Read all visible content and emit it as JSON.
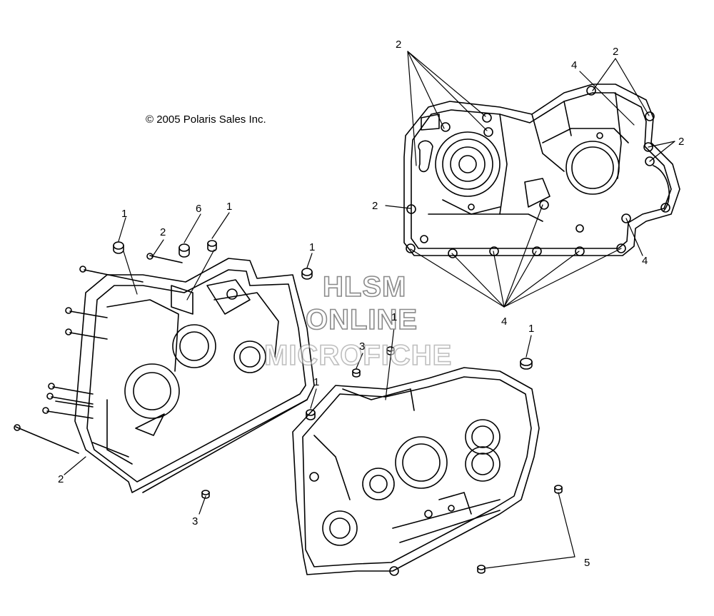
{
  "copyright": "© 2005 Polaris Sales Inc.",
  "watermark": {
    "line1": "HLSM",
    "line2": "ONLINE",
    "line3": "MICROFICHE"
  },
  "callouts": [
    "2",
    "2",
    "4",
    "2",
    "2",
    "4",
    "4",
    "1",
    "6",
    "1",
    "2",
    "1",
    "1",
    "3",
    "1",
    "3",
    "2",
    "1",
    "5"
  ],
  "colors": {
    "line": "#000000",
    "background": "#ffffff",
    "watermark_outline": "#8a8a8a"
  }
}
